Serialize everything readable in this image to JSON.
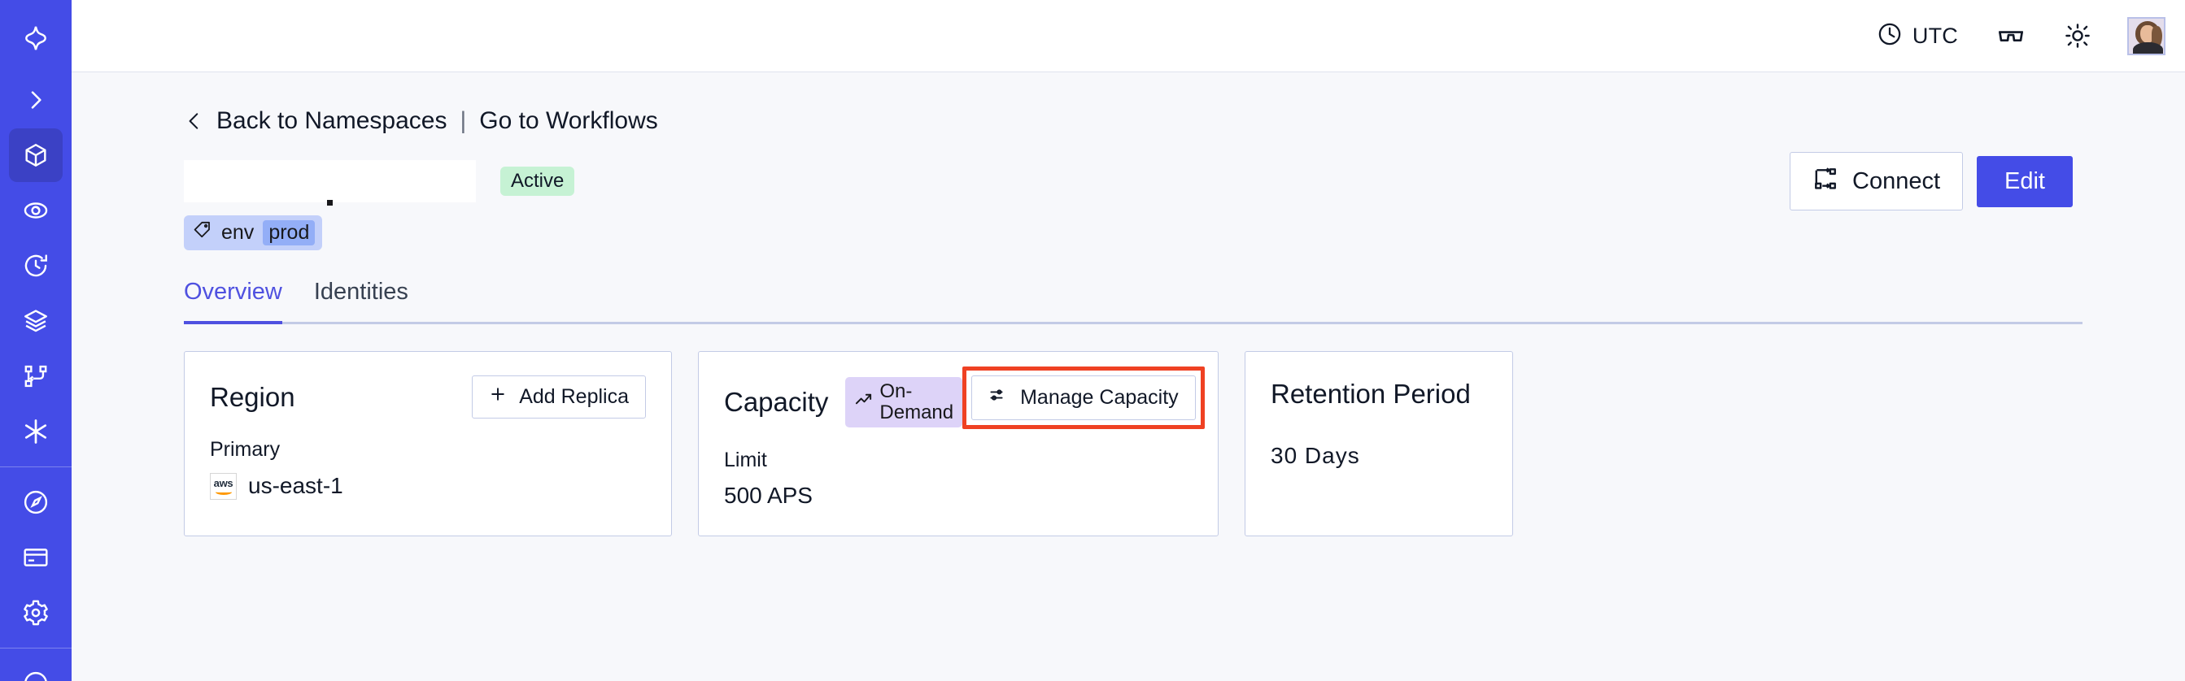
{
  "sidebar": {
    "logo_icon": "temporal-star-logo",
    "items": [
      {
        "name": "expand-sidebar",
        "icon": "chevron-right-icon",
        "active": false
      },
      {
        "name": "namespaces",
        "icon": "cube-icon",
        "active": true
      },
      {
        "name": "observability",
        "icon": "eye-icon",
        "active": false
      },
      {
        "name": "schedules",
        "icon": "clock-history-icon",
        "active": false
      },
      {
        "name": "batch-jobs",
        "icon": "layers-icon",
        "active": false
      },
      {
        "name": "workflows",
        "icon": "workflow-nodes-icon",
        "active": false
      },
      {
        "name": "nexus",
        "icon": "asterisk-icon",
        "active": false
      },
      {
        "name": "usage",
        "icon": "gauge-icon",
        "active": false
      },
      {
        "name": "billing",
        "icon": "credit-card-icon",
        "active": false
      },
      {
        "name": "settings",
        "icon": "gear-icon",
        "active": false
      }
    ]
  },
  "topbar": {
    "clock_icon": "clock-icon",
    "timezone": "UTC",
    "glasses_icon": "glasses-icon",
    "theme_icon": "sun-icon",
    "avatar_alt": "user-avatar"
  },
  "breadcrumb": {
    "back_icon": "chevron-left-icon",
    "back_label": "Back to Namespaces",
    "separator": "|",
    "forward_label": "Go to Workflows"
  },
  "header": {
    "namespace_title": "",
    "status": "Active",
    "connect_label": "Connect",
    "connect_icon": "connect-flow-icon",
    "edit_label": "Edit",
    "tag": {
      "icon": "tag-icon",
      "key": "env",
      "value": "prod"
    }
  },
  "tabs": [
    {
      "label": "Overview",
      "active": true
    },
    {
      "label": "Identities",
      "active": false
    }
  ],
  "cards": {
    "region": {
      "title": "Region",
      "action_label": "Add Replica",
      "action_icon": "plus-icon",
      "label": "Primary",
      "provider_icon": "aws-logo",
      "provider_text": "aws",
      "value": "us-east-1"
    },
    "capacity": {
      "title": "Capacity",
      "badge": "On-Demand",
      "badge_icon": "trending-up-icon",
      "action_label": "Manage Capacity",
      "action_icon": "sliders-icon",
      "action_highlighted": true,
      "label": "Limit",
      "value": "500 APS"
    },
    "retention": {
      "title": "Retention Period",
      "value": "30 Days"
    }
  },
  "colors": {
    "brand_blue": "#444ce7",
    "sidebar_active": "#3b41c5",
    "page_bg": "#f7f8fb",
    "card_border": "#c3cbe6",
    "status_green_bg": "#c6f2d4",
    "badge_purple_bg": "#ddd3f8",
    "tag_blue_bg": "#c3d0fa",
    "tag_value_bg": "#93aef7",
    "highlight_red": "#ef4123",
    "tab_active": "#4f51e0"
  }
}
